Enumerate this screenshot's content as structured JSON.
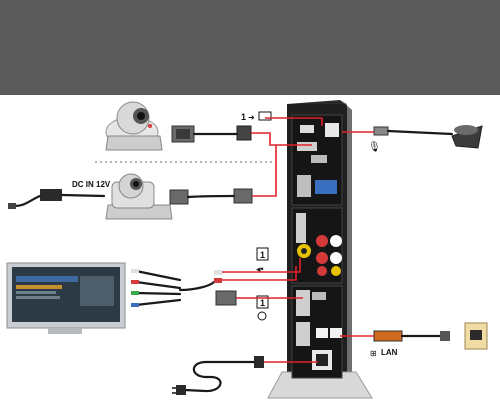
{
  "labels": {
    "display_port_marker": "1",
    "camera_power_label": "DC IN 12V",
    "audio_out_marker": "1",
    "mic_marker": "1",
    "lan_label": "LAN"
  },
  "colors": {
    "banner": "#5b5b5b",
    "connection_highlight": "#e0202a",
    "codec_body": "#222222",
    "tv_frame": "#c9ccd0"
  }
}
